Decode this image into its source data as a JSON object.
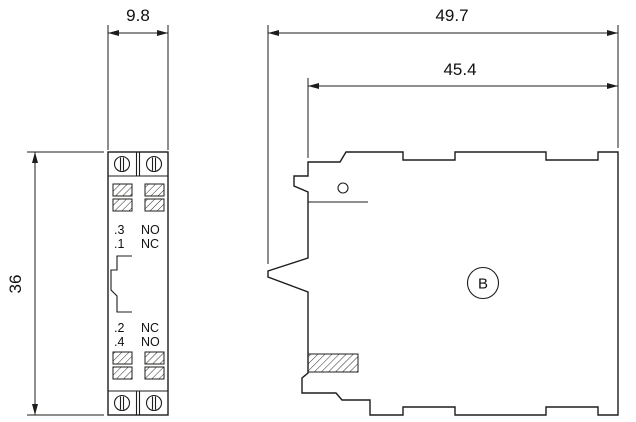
{
  "colors": {
    "background": "#ffffff",
    "line": "#1d1d1b"
  },
  "dimensions": {
    "front_width_mm": "9.8",
    "front_height_mm": "36",
    "side_overall_depth_mm": "49.7",
    "side_inner_depth_mm": "45.4"
  },
  "front_view": {
    "upper_terminals": [
      {
        "id": ".3",
        "contact": "NO"
      },
      {
        "id": ".1",
        "contact": "NC"
      }
    ],
    "lower_terminals": [
      {
        "id": ".2",
        "contact": "NC"
      },
      {
        "id": ".4",
        "contact": "NO"
      }
    ]
  },
  "side_view": {
    "marker": "B"
  }
}
